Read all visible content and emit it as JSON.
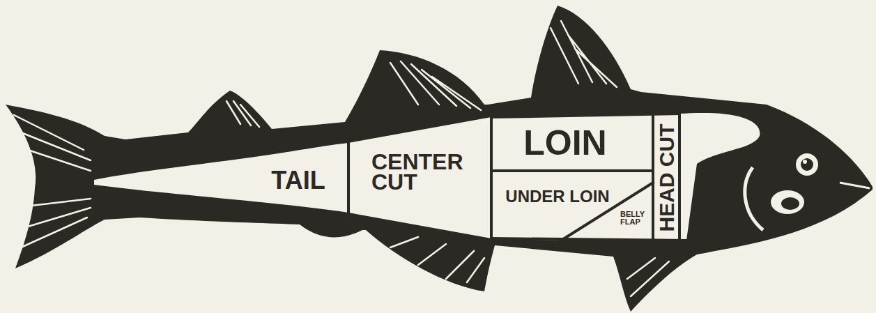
{
  "diagram": {
    "nodes": [
      {
        "text": [
          "TAIL"
        ]
      },
      {
        "text": [
          "CENTER CUT"
        ]
      },
      {
        "text": [
          "LOIN"
        ]
      },
      {
        "text": [
          "UNDER LOIN"
        ]
      },
      {
        "text": [
          "BELLY FLAP"
        ]
      },
      {
        "text": [
          "HEAD CUT"
        ]
      }
    ]
  }
}
